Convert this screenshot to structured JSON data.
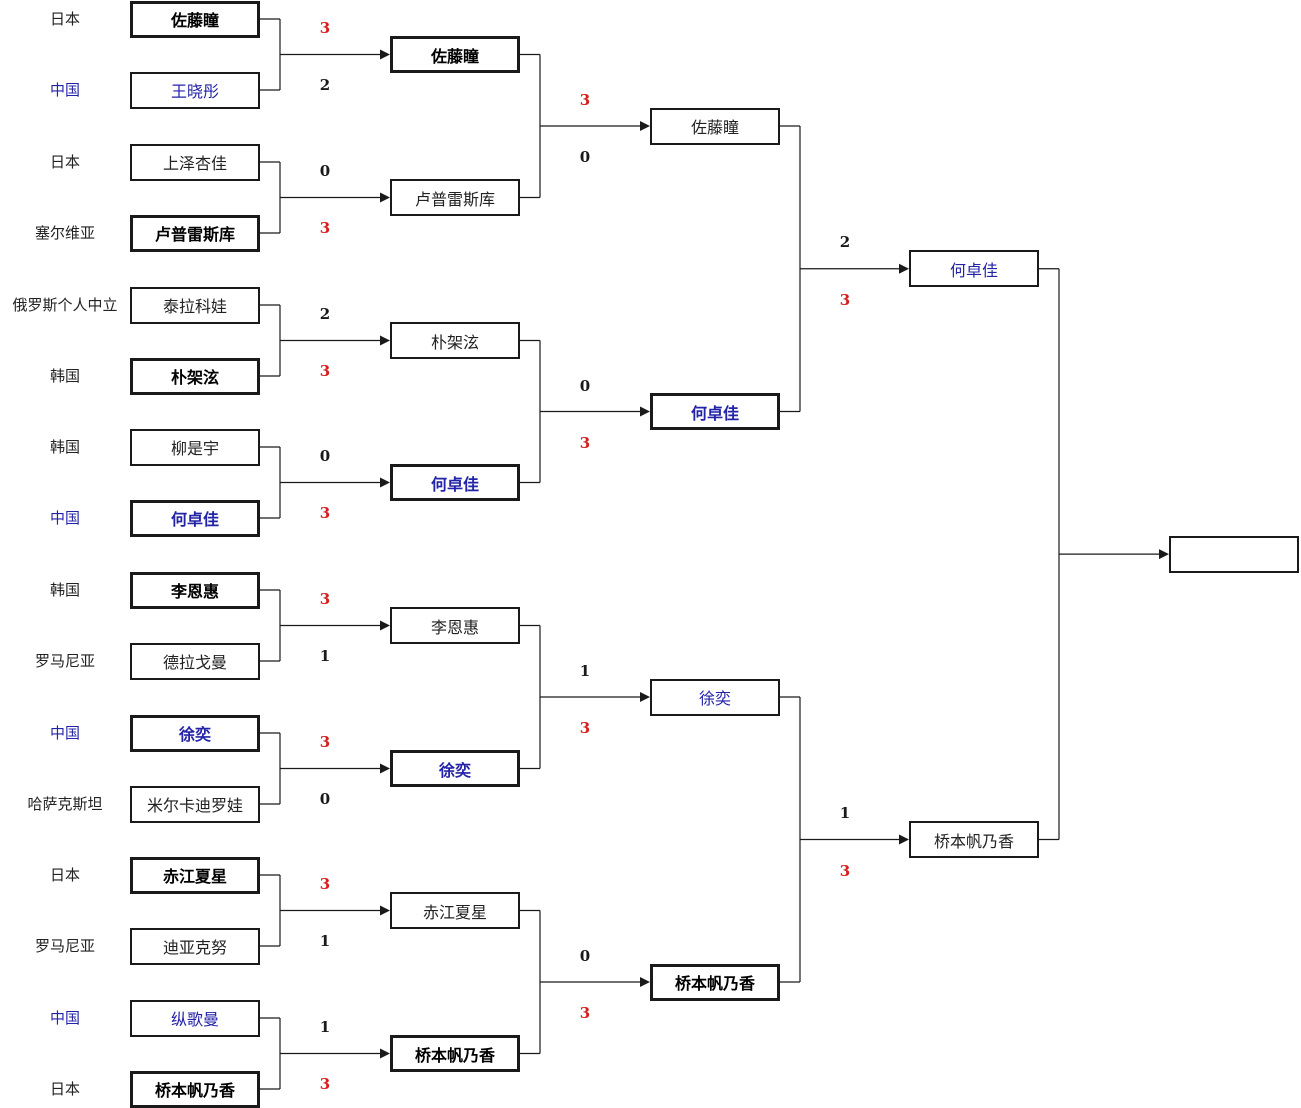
{
  "round1": [
    {
      "country": "日本",
      "name": "佐藤瞳",
      "cn": false,
      "win": true
    },
    {
      "country": "中国",
      "name": "王晓彤",
      "cn": true,
      "win": false
    },
    {
      "country": "日本",
      "name": "上泽杏佳",
      "cn": false,
      "win": false
    },
    {
      "country": "塞尔维亚",
      "name": "卢普雷斯库",
      "cn": false,
      "win": true
    },
    {
      "country": "俄罗斯个人中立",
      "name": "泰拉科娃",
      "cn": false,
      "win": false
    },
    {
      "country": "韩国",
      "name": "朴架泫",
      "cn": false,
      "win": true
    },
    {
      "country": "韩国",
      "name": "柳是宇",
      "cn": false,
      "win": false
    },
    {
      "country": "中国",
      "name": "何卓佳",
      "cn": true,
      "win": true
    },
    {
      "country": "韩国",
      "name": "李恩惠",
      "cn": false,
      "win": true
    },
    {
      "country": "罗马尼亚",
      "name": "德拉戈曼",
      "cn": false,
      "win": false
    },
    {
      "country": "中国",
      "name": "徐奕",
      "cn": true,
      "win": true
    },
    {
      "country": "哈萨克斯坦",
      "name": "米尔卡迪罗娃",
      "cn": false,
      "win": false
    },
    {
      "country": "日本",
      "name": "赤江夏星",
      "cn": false,
      "win": true
    },
    {
      "country": "罗马尼亚",
      "name": "迪亚克努",
      "cn": false,
      "win": false
    },
    {
      "country": "中国",
      "name": "纵歌曼",
      "cn": true,
      "win": false
    },
    {
      "country": "日本",
      "name": "桥本帆乃香",
      "cn": false,
      "win": true
    }
  ],
  "round1_scores": [
    [
      3,
      2
    ],
    [
      0,
      3
    ],
    [
      2,
      3
    ],
    [
      0,
      3
    ],
    [
      3,
      1
    ],
    [
      3,
      0
    ],
    [
      3,
      1
    ],
    [
      1,
      3
    ]
  ],
  "round2": [
    {
      "name": "佐藤瞳",
      "cn": false,
      "win": true
    },
    {
      "name": "卢普雷斯库",
      "cn": false,
      "win": false
    },
    {
      "name": "朴架泫",
      "cn": false,
      "win": false
    },
    {
      "name": "何卓佳",
      "cn": true,
      "win": true
    },
    {
      "name": "李恩惠",
      "cn": false,
      "win": false
    },
    {
      "name": "徐奕",
      "cn": true,
      "win": true
    },
    {
      "name": "赤江夏星",
      "cn": false,
      "win": false
    },
    {
      "name": "桥本帆乃香",
      "cn": false,
      "win": true
    }
  ],
  "round2_scores": [
    [
      3,
      0
    ],
    [
      0,
      3
    ],
    [
      1,
      3
    ],
    [
      0,
      3
    ]
  ],
  "round3": [
    {
      "name": "佐藤瞳",
      "cn": false,
      "win": false
    },
    {
      "name": "何卓佳",
      "cn": true,
      "win": true
    },
    {
      "name": "徐奕",
      "cn": true,
      "win": false
    },
    {
      "name": "桥本帆乃香",
      "cn": false,
      "win": true
    }
  ],
  "round3_scores": [
    [
      2,
      3
    ],
    [
      1,
      3
    ]
  ],
  "round4": [
    {
      "name": "何卓佳",
      "cn": true,
      "win": false
    },
    {
      "name": "桥本帆乃香",
      "cn": false,
      "win": false
    }
  ],
  "final": {
    "name": ""
  }
}
